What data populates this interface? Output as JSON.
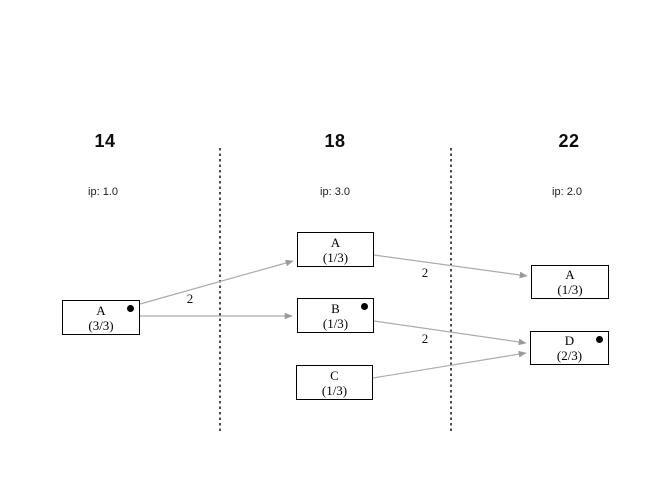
{
  "diagram": {
    "columns": [
      {
        "title": "14",
        "ip": "ip: 1.0"
      },
      {
        "title": "18",
        "ip": "ip: 3.0"
      },
      {
        "title": "22",
        "ip": "ip: 2.0"
      }
    ],
    "nodes": {
      "a14": {
        "label": "A",
        "fraction": "(3/3)",
        "column": "14",
        "has_token": true
      },
      "a18": {
        "label": "A",
        "fraction": "(1/3)",
        "column": "18",
        "has_token": false
      },
      "b18": {
        "label": "B",
        "fraction": "(1/3)",
        "column": "18",
        "has_token": true
      },
      "c18": {
        "label": "C",
        "fraction": "(1/3)",
        "column": "18",
        "has_token": false
      },
      "a22": {
        "label": "A",
        "fraction": "(1/3)",
        "column": "22",
        "has_token": false
      },
      "d22": {
        "label": "D",
        "fraction": "(2/3)",
        "column": "22",
        "has_token": true
      }
    },
    "edges": [
      {
        "from": "A (14)",
        "to": "A (18)",
        "label": "2"
      },
      {
        "from": "A (14)",
        "to": "B (18)",
        "label": ""
      },
      {
        "from": "A (18)",
        "to": "A (22)",
        "label": "2"
      },
      {
        "from": "B (18)",
        "to": "D (22)",
        "label": "2"
      },
      {
        "from": "C (18)",
        "to": "D (22)",
        "label": ""
      }
    ],
    "colors": {
      "edge": "#ababab",
      "arrowhead": "#9b9b9b",
      "node_border": "#000000",
      "token": "#000000",
      "separator": "#000000",
      "background": "#ffffff"
    }
  }
}
